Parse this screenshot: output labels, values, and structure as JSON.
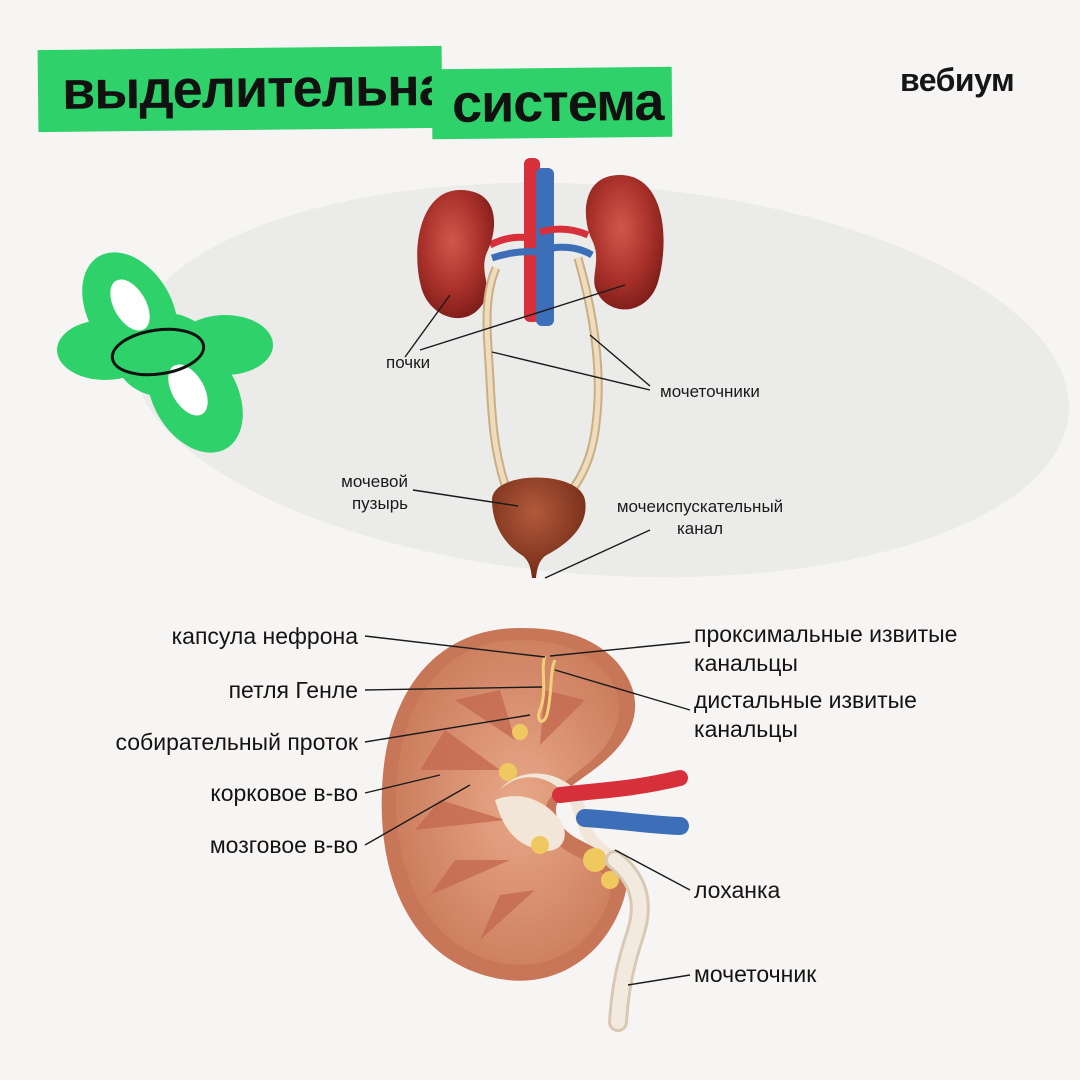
{
  "header": {
    "title_line1": "выделительная",
    "title_line2": "система",
    "brand": "вебиум"
  },
  "colors": {
    "accent": "#2fd26a",
    "kidney": "#a8302a",
    "artery": "#d8303a",
    "vein": "#3d6fb8",
    "ureter": "#e8cfa8",
    "bladder": "#8f3a22",
    "oval_bg": "#ebebea",
    "kidney_section": "#d8906e"
  },
  "diagram_top": {
    "labels": {
      "kidneys": "почки",
      "ureters": "мочеточники",
      "bladder_line1": "мочевой",
      "bladder_line2": "пузырь",
      "urethra_line1": "мочеиспускательный",
      "urethra_line2": "канал"
    }
  },
  "diagram_bottom": {
    "labels": {
      "capsule": "капсула нефрона",
      "loop": "петля Генле",
      "collecting_duct": "собирательный проток",
      "cortex": "корковое в-во",
      "medulla": "мозговое в-во",
      "proximal_line1": "проксимальные извитые",
      "proximal_line2": "канальцы",
      "distal_line1": "дистальные извитые",
      "distal_line2": "канальцы",
      "pelvis": "лоханка",
      "ureter": "мочеточник"
    }
  }
}
